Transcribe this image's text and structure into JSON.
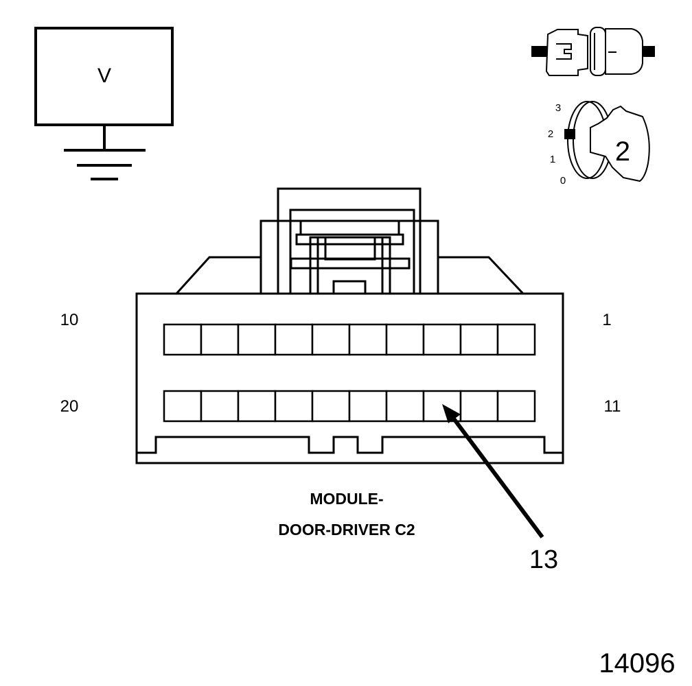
{
  "voltmeter": {
    "symbol": "V"
  },
  "ignition": {
    "positions": [
      "3",
      "2",
      "1",
      "0"
    ],
    "selected": "2"
  },
  "connector": {
    "pin_labels": {
      "top_left": "10",
      "top_right": "1",
      "bottom_left": "20",
      "bottom_right": "11"
    },
    "title_line1": "MODULE-",
    "title_line2": "DOOR-DRIVER C2",
    "callout_pin": "13"
  },
  "figure_number": "14096",
  "colors": {
    "line": "#000000",
    "background": "#ffffff"
  }
}
